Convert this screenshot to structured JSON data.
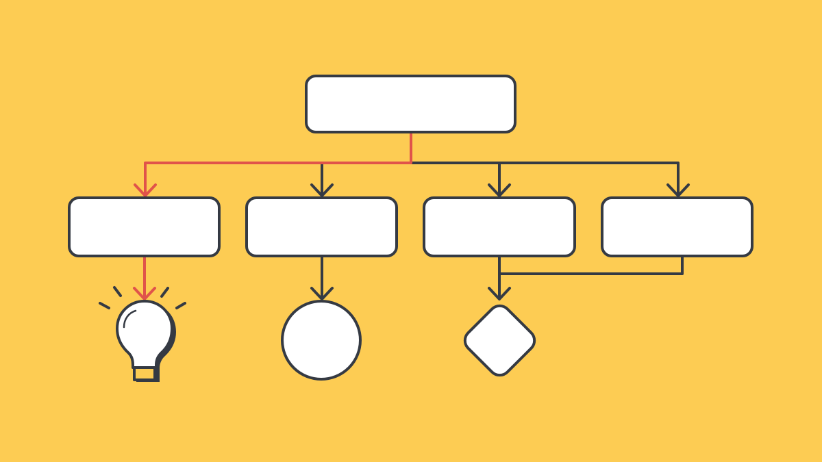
{
  "colors": {
    "background": "#FDCC53",
    "stroke": "#353A43",
    "highlight": "#E0534A",
    "fill": "#FFFFFF"
  },
  "diagram": {
    "type": "flowchart",
    "nodes": [
      {
        "id": "root",
        "shape": "rounded-rect",
        "label": ""
      },
      {
        "id": "child-1",
        "shape": "rounded-rect",
        "label": ""
      },
      {
        "id": "child-2",
        "shape": "rounded-rect",
        "label": ""
      },
      {
        "id": "child-3",
        "shape": "rounded-rect",
        "label": ""
      },
      {
        "id": "child-4",
        "shape": "rounded-rect",
        "label": ""
      },
      {
        "id": "idea",
        "shape": "lightbulb-icon",
        "label": ""
      },
      {
        "id": "end",
        "shape": "circle",
        "label": ""
      },
      {
        "id": "decision",
        "shape": "diamond",
        "label": ""
      }
    ],
    "edges": [
      {
        "from": "root",
        "to": "child-1",
        "highlighted": true
      },
      {
        "from": "root",
        "to": "child-2",
        "highlighted": false
      },
      {
        "from": "root",
        "to": "child-3",
        "highlighted": false
      },
      {
        "from": "root",
        "to": "child-4",
        "highlighted": false
      },
      {
        "from": "child-1",
        "to": "idea",
        "highlighted": true
      },
      {
        "from": "child-2",
        "to": "end",
        "highlighted": false
      },
      {
        "from": "child-3",
        "to": "decision",
        "highlighted": false
      },
      {
        "from": "child-4",
        "to": "decision",
        "highlighted": false
      }
    ]
  }
}
